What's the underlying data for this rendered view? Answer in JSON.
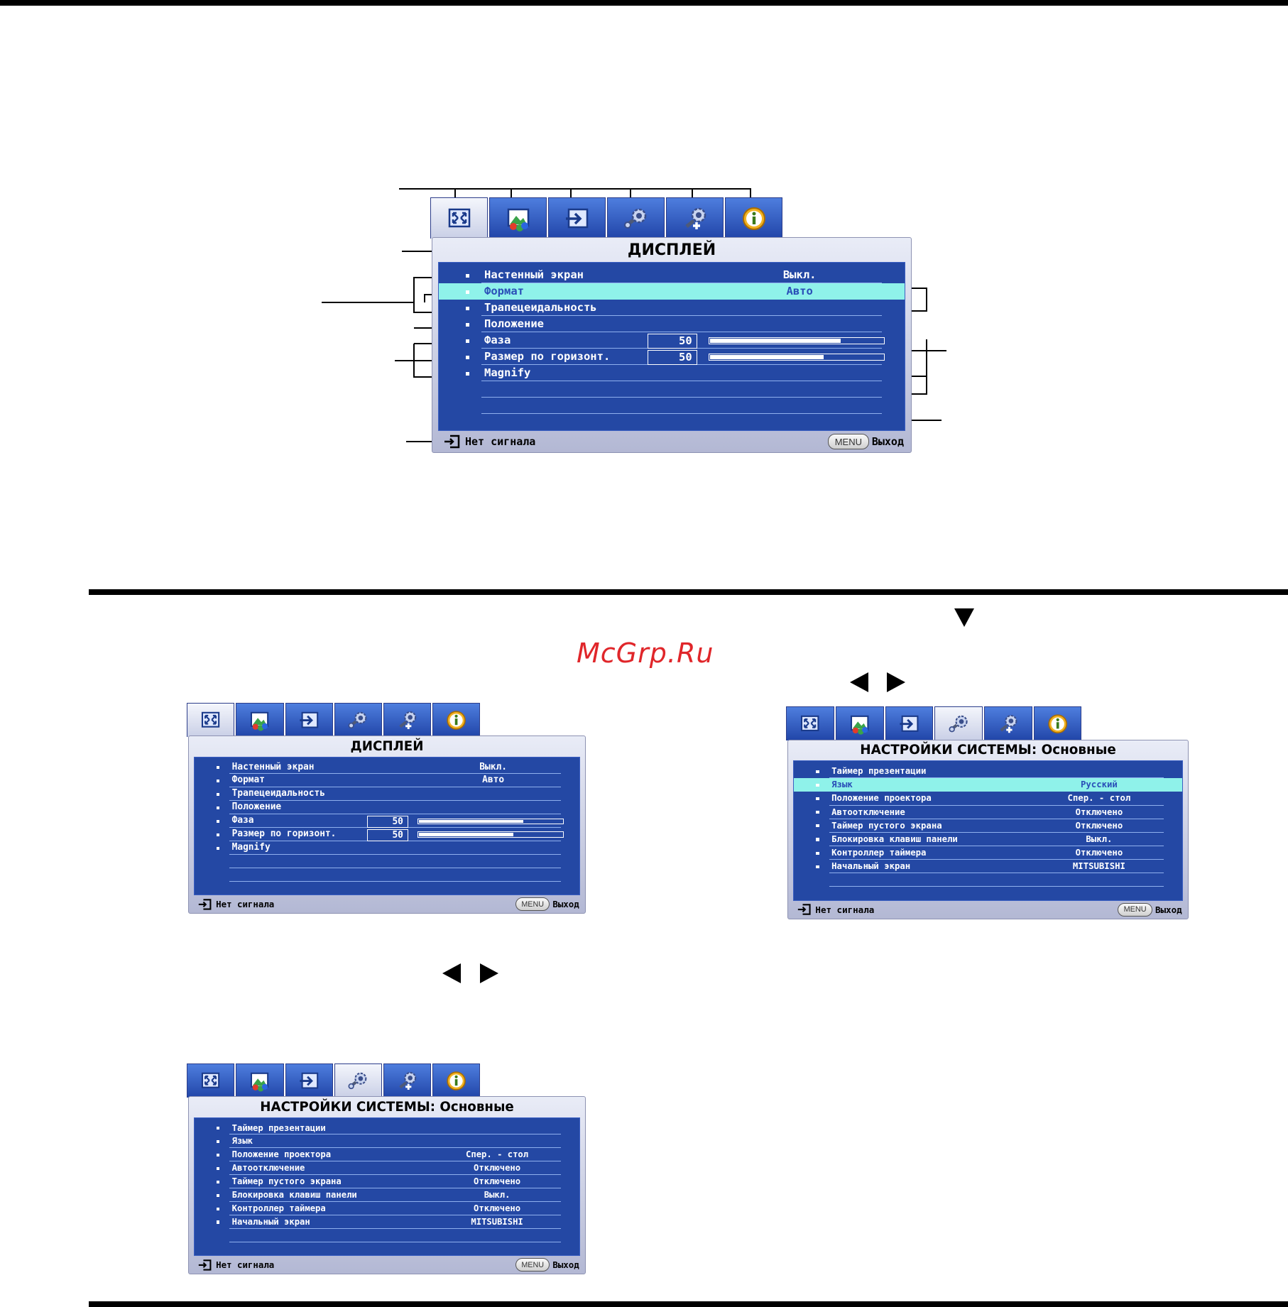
{
  "display_menu": {
    "title": "ДИСПЛЕЙ",
    "rows": [
      {
        "label": "Настенный экран",
        "value": "Выкл."
      },
      {
        "label": "Формат",
        "value": "Авто",
        "highlighted": true
      },
      {
        "label": "Трапецеидальность"
      },
      {
        "label": "Положение"
      },
      {
        "label": "Фаза",
        "number": "50",
        "level": 0.75
      },
      {
        "label": "Размер по горизонт.",
        "number": "50",
        "level": 0.65
      },
      {
        "label": "Magnify"
      }
    ],
    "footer": {
      "source": "Нет сигнала",
      "menu_key": "MENU",
      "exit": "Выход"
    }
  },
  "display_menu_small": {
    "title": "ДИСПЛЕЙ",
    "rows": [
      {
        "label": "Настенный экран",
        "value": "Выкл."
      },
      {
        "label": "Формат",
        "value": "Авто"
      },
      {
        "label": "Трапецеидальность"
      },
      {
        "label": "Положение"
      },
      {
        "label": "Фаза",
        "number": "50",
        "level": 0.72
      },
      {
        "label": "Размер по горизонт.",
        "number": "50",
        "level": 0.65
      },
      {
        "label": "Magnify"
      }
    ],
    "footer": {
      "source": "Нет сигнала",
      "menu_key": "MENU",
      "exit": "Выход"
    }
  },
  "system_menu_right": {
    "title": "НАСТРОЙКИ СИСТЕМЫ: Основные",
    "rows": [
      {
        "label": "Таймер презентации"
      },
      {
        "label": "Язык",
        "value": "Русский",
        "highlighted": true
      },
      {
        "label": "Положение проектора",
        "value": "Спер. - стол"
      },
      {
        "label": "Автоотключение",
        "value": "Отключено"
      },
      {
        "label": "Таймер пустого экрана",
        "value": "Отключено"
      },
      {
        "label": "Блокировка клавиш панели",
        "value": "Выкл."
      },
      {
        "label": "Контроллер таймера",
        "value": "Отключено"
      },
      {
        "label": "Начальный экран",
        "value": "MITSUBISHI"
      }
    ],
    "footer": {
      "source": "Нет сигнала",
      "menu_key": "MENU",
      "exit": "Выход"
    }
  },
  "system_menu_bottom": {
    "title": "НАСТРОЙКИ СИСТЕМЫ: Основные",
    "rows": [
      {
        "label": "Таймер презентации"
      },
      {
        "label": "Язык"
      },
      {
        "label": "Положение проектора",
        "value": "Спер. - стол"
      },
      {
        "label": "Автоотключение",
        "value": "Отключено"
      },
      {
        "label": "Таймер пустого экрана",
        "value": "Отключено"
      },
      {
        "label": "Блокировка клавиш панели",
        "value": "Выкл."
      },
      {
        "label": "Контроллер таймера",
        "value": "Отключено"
      },
      {
        "label": "Начальный экран",
        "value": "MITSUBISHI"
      }
    ],
    "footer": {
      "source": "Нет сигнала",
      "menu_key": "MENU",
      "exit": "Выход"
    }
  },
  "tabs": [
    {
      "icon": "display-icon"
    },
    {
      "icon": "picture-icon"
    },
    {
      "icon": "source-icon"
    },
    {
      "icon": "system-setup-icon"
    },
    {
      "icon": "advanced-setup-icon"
    },
    {
      "icon": "information-icon"
    }
  ],
  "watermark": "McGrp.Ru",
  "colors": {
    "menu_bg": "#2448a4",
    "highlight": "#8ff2ea",
    "tab": "#2f5bc6"
  }
}
